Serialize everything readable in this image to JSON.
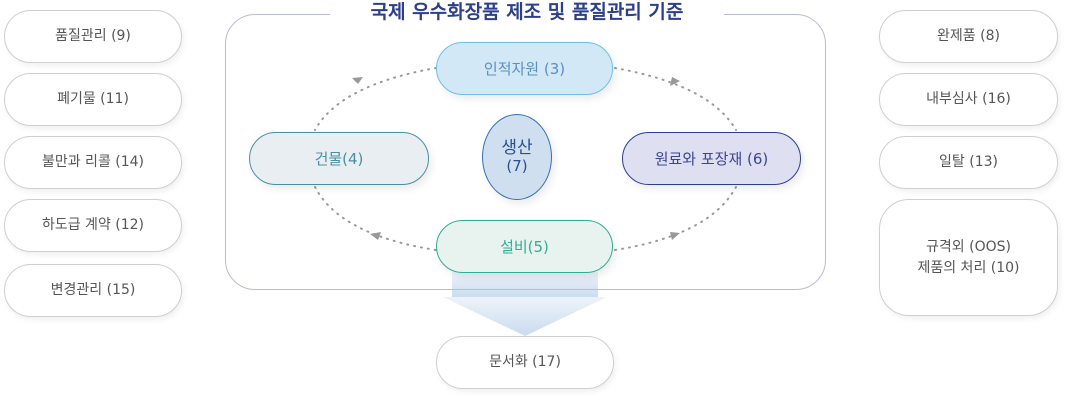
{
  "title": "국제 우수화장품 제조 및 품질관리 기준",
  "left_items": [
    "품질관리 (9)",
    "폐기물 (11)",
    "불만과 리콜 (14)",
    "하도급 계약 (12)",
    "변경관리 (15)"
  ],
  "right_items": [
    "완제품 (8)",
    "내부심사 (16)",
    "일탈 (13)",
    "규격외 (OOS)",
    "제품의 처리 (10)"
  ],
  "center": {
    "line1": "생산",
    "line2": "(7)"
  },
  "cycle": {
    "top": "인적자원 (3)",
    "left": "건물(4)",
    "right": "원료와 포장재 (6)",
    "bottom": "설비(5)"
  },
  "output": "문서화 (17)"
}
